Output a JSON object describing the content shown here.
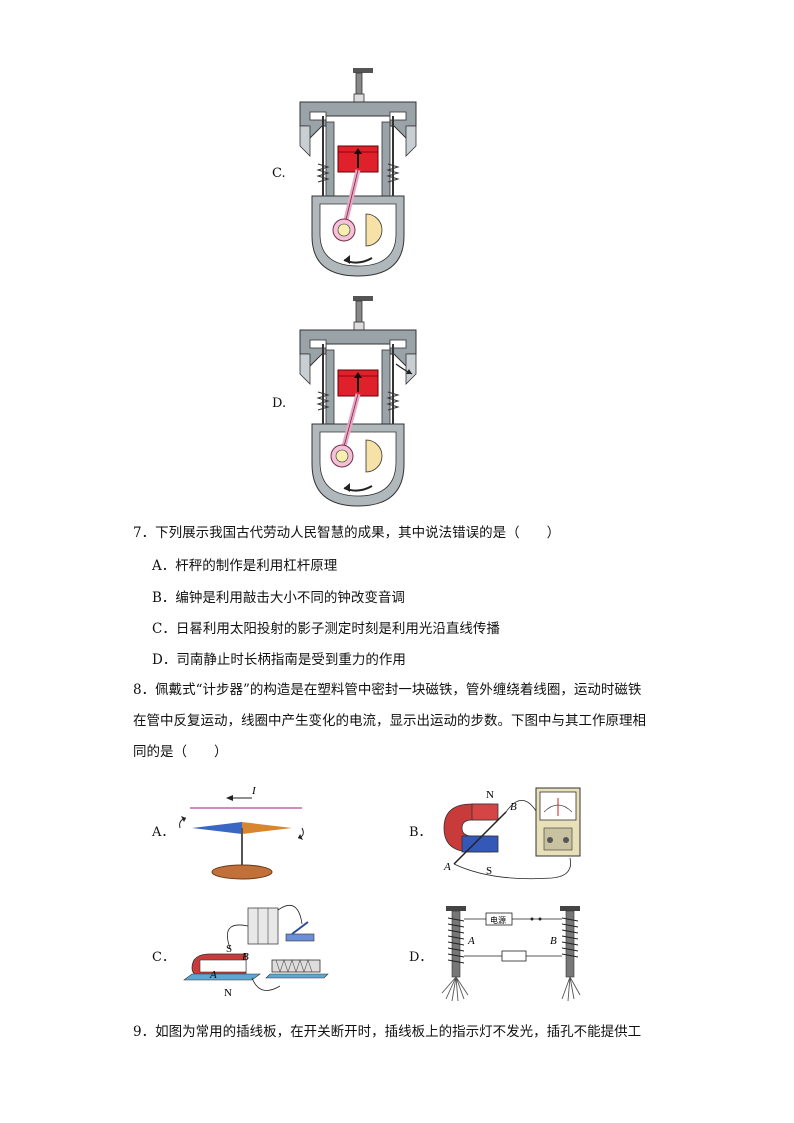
{
  "q6_options": {
    "c": {
      "label": "C."
    },
    "d": {
      "label": "D."
    }
  },
  "q7": {
    "stem": "7．下列展示我国古代劳动人民智慧的成果，其中说法错误的是（　　）",
    "options": [
      "A．杆秤的制作是利用杠杆原理",
      "B．编钟是利用敲击大小不同的钟改变音调",
      "C．日晷利用太阳投射的影子测定时刻是利用光沿直线传播",
      "D．司南静止时长柄指南是受到重力的作用"
    ]
  },
  "q8": {
    "stem_lines": [
      "8．佩戴式“计步器”的构造是在塑料管中密封一块磁铁，管外缠绕着线圈，运动时磁铁",
      "在管中反复运动，线圈中产生变化的电流，显示出运动的步数。下图中与其工作原理相",
      "同的是（　　）"
    ],
    "options": [
      {
        "label": "A．",
        "current_label": "I"
      },
      {
        "label": "B．",
        "pole_n": "N",
        "pole_s": "S",
        "wire_a": "A",
        "wire_b": "B"
      },
      {
        "label": "C．",
        "pole_s": "S",
        "pole_n": "N",
        "wire_b": "B",
        "wire_a": "A"
      },
      {
        "label": "D．",
        "box_label": "电源",
        "nail_a": "A",
        "nail_b": "B"
      }
    ]
  },
  "q9": {
    "stem": "9．如图为常用的插线板，在开关断开时，插线板上的指示灯不发光，插孔不能提供工"
  }
}
